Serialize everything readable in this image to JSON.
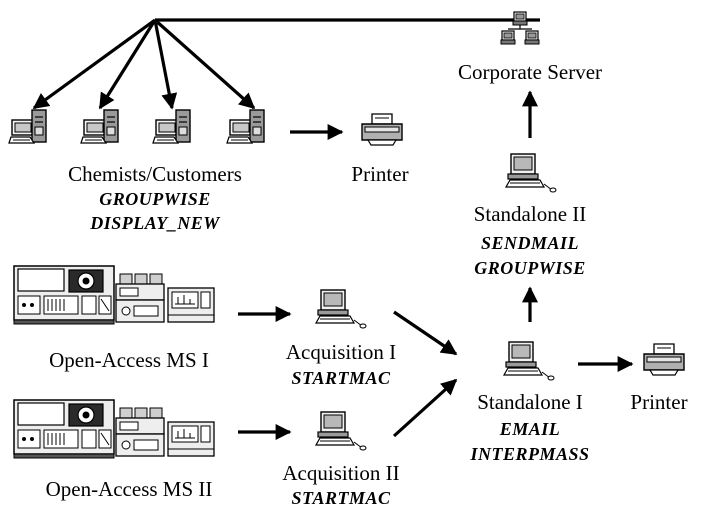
{
  "nodes": {
    "corporate_server": {
      "label": "Corporate Server",
      "icon": "network-server-icon"
    },
    "chemists": {
      "label": "Chemists/Customers",
      "programs": [
        "GROUPWISE",
        "DISPLAY_NEW"
      ],
      "icon": "desktop-computer-icon"
    },
    "printer_top": {
      "label": "Printer",
      "icon": "printer-icon"
    },
    "standalone2": {
      "label": "Standalone II",
      "programs": [
        "SENDMAIL",
        "GROUPWISE"
      ],
      "icon": "computer-icon"
    },
    "ms1": {
      "label": "Open-Access MS I",
      "icon": "mass-spectrometer-icon"
    },
    "ms2": {
      "label": "Open-Access MS II",
      "icon": "mass-spectrometer-icon"
    },
    "acq1": {
      "label": "Acquisition I",
      "programs": [
        "STARTMAC"
      ],
      "icon": "computer-icon"
    },
    "acq2": {
      "label": "Acquisition II",
      "programs": [
        "STARTMAC"
      ],
      "icon": "computer-icon"
    },
    "standalone1": {
      "label": "Standalone I",
      "programs": [
        "EMAIL",
        "INTERPMASS"
      ],
      "icon": "computer-icon"
    },
    "printer_right": {
      "label": "Printer",
      "icon": "printer-icon"
    }
  }
}
